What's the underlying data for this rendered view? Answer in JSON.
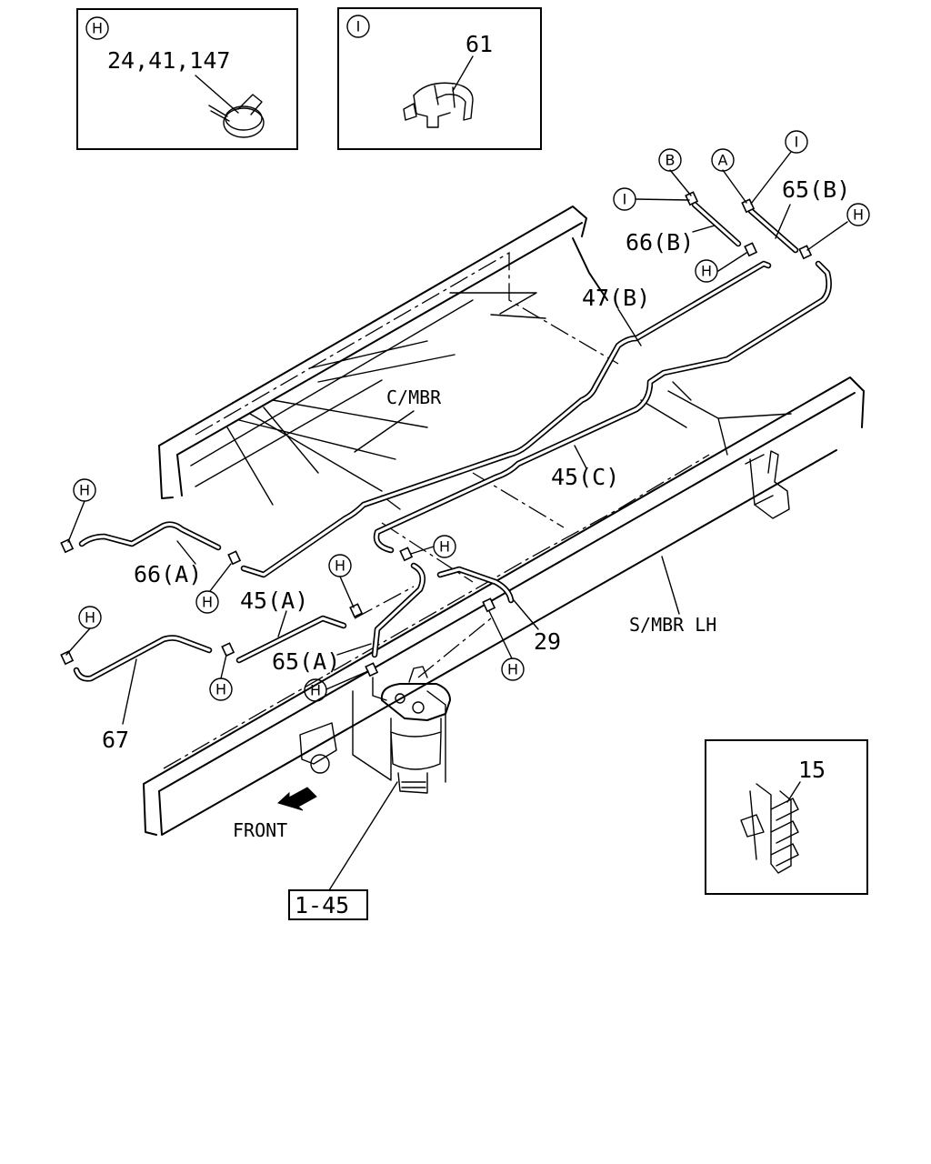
{
  "detail_boxes": [
    {
      "marker": "H",
      "part_label": "24,41,147"
    },
    {
      "marker": "I",
      "part_label": "61"
    },
    {
      "marker": "",
      "part_label": "15"
    }
  ],
  "labels": {
    "c_mbr": "C/MBR",
    "s_mbr": "S/MBR LH",
    "front": "FRONT",
    "ref_box": "1-45",
    "p47b": "47(B)",
    "p45c": "45(C)",
    "p66b": "66(B)",
    "p65b": "65(B)",
    "p66a": "66(A)",
    "p45a": "45(A)",
    "p65a": "65(A)",
    "p67": "67",
    "p29": "29"
  },
  "markers": {
    "B": "B",
    "A": "A",
    "I": "I",
    "H": "H"
  }
}
